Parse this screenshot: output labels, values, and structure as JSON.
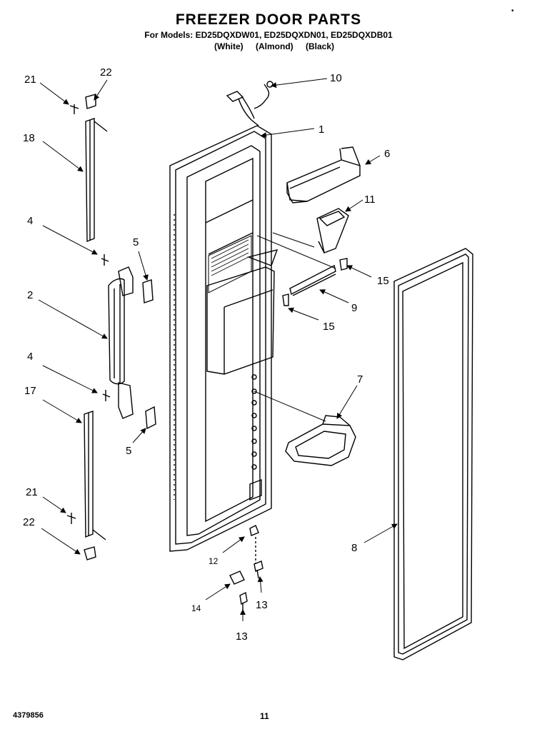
{
  "header": {
    "title": "FREEZER DOOR PARTS",
    "models": "For Models: ED25DQXDW01, ED25DQXDN01, ED25DQXDB01",
    "colors": [
      "(White)",
      "(Almond)",
      "(Black)"
    ]
  },
  "callouts": {
    "c1": "1",
    "c2": "2",
    "c4a": "4",
    "c4b": "4",
    "c5a": "5",
    "c5b": "5",
    "c6": "6",
    "c7": "7",
    "c8": "8",
    "c9": "9",
    "c10": "10",
    "c11": "11",
    "c12": "12",
    "c13a": "13",
    "c13b": "13",
    "c14": "14",
    "c15a": "15",
    "c15b": "15",
    "c17": "17",
    "c18": "18",
    "c21a": "21",
    "c21b": "21",
    "c22a": "22",
    "c22b": "22"
  },
  "footer": {
    "part_number": "4379856",
    "page": "11"
  }
}
